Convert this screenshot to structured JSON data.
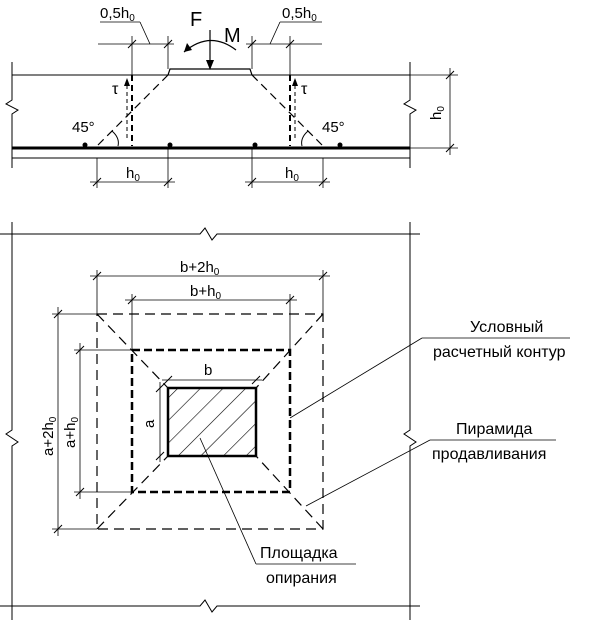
{
  "elevation": {
    "force": "F",
    "moment": "M",
    "left_offset": {
      "base": "0,5h",
      "sub": "0"
    },
    "right_offset": {
      "base": "0,5h",
      "sub": "0"
    },
    "tau_left": "τ",
    "tau_right": "τ",
    "angle_left": "45°",
    "angle_right": "45°",
    "slab_depth": {
      "base": "h",
      "sub": "0"
    },
    "bottom_left": {
      "base": "h",
      "sub": "0"
    },
    "bottom_right": {
      "base": "h",
      "sub": "0"
    }
  },
  "plan": {
    "dim_outer_width": {
      "base": "b+2h",
      "sub": "0"
    },
    "dim_inner_width": {
      "base": "b+h",
      "sub": "0"
    },
    "dim_column_width": "b",
    "dim_outer_height": {
      "base": "a+2h",
      "sub": "0"
    },
    "dim_inner_height": {
      "base": "a+h",
      "sub": "0"
    },
    "dim_column_height": "a",
    "callout_contour": {
      "line1": "Условный",
      "line2": "расчетный контур"
    },
    "callout_pyramid": {
      "line1": "Пирамида",
      "line2": "продавливания"
    },
    "callout_support": {
      "line1": "Площадка",
      "line2": "опирания"
    }
  }
}
